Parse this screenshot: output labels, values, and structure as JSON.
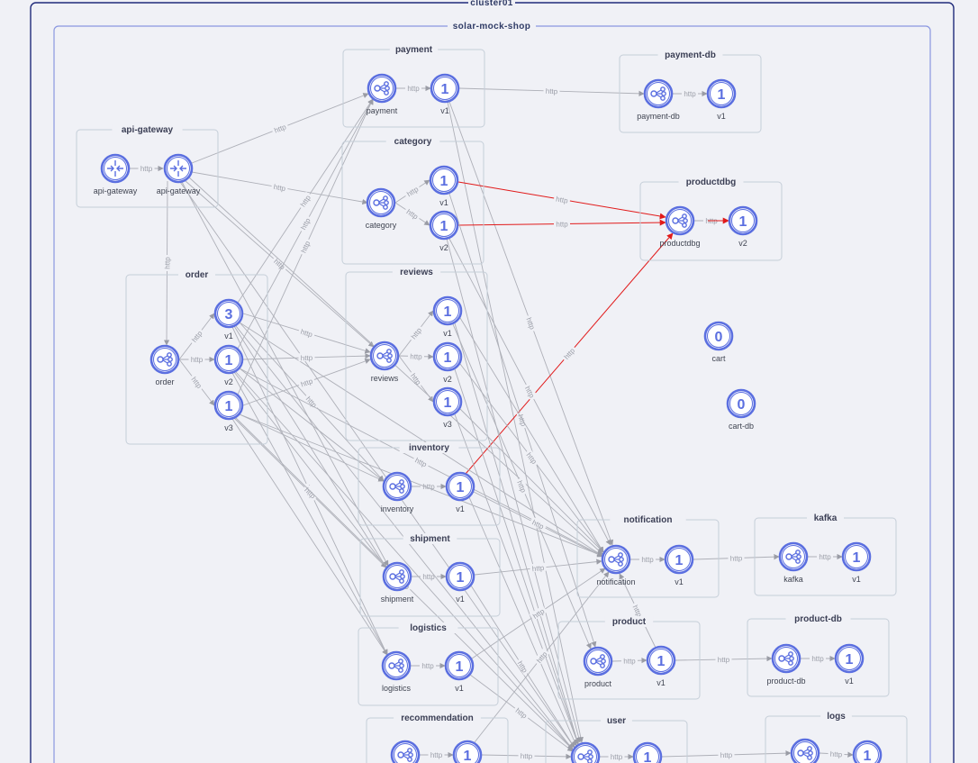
{
  "cluster": {
    "title": "cluster01"
  },
  "namespace": {
    "title": "solar-mock-shop"
  },
  "colors": {
    "accent": "#5b6fe0",
    "edge": "#aeb0b8",
    "error": "#e11a1a",
    "box": "#c5ced8",
    "frame": "#1f2a7a"
  },
  "edge_label": "http",
  "groups": [
    {
      "id": "payment",
      "title": "payment",
      "svc": "payment",
      "versions": [
        {
          "label": "v1",
          "count": "1"
        }
      ]
    },
    {
      "id": "payment-db",
      "title": "payment-db",
      "svc": "payment-db",
      "versions": [
        {
          "label": "v1",
          "count": "1"
        }
      ]
    },
    {
      "id": "api-gateway",
      "title": "api-gateway",
      "svc": "api-gateway",
      "svc2": "api-gateway"
    },
    {
      "id": "category",
      "title": "category",
      "svc": "category",
      "versions": [
        {
          "label": "v1",
          "count": "1"
        },
        {
          "label": "v2",
          "count": "1"
        }
      ]
    },
    {
      "id": "productdbg",
      "title": "productdbg",
      "svc": "productdbg",
      "versions": [
        {
          "label": "v2",
          "count": "1"
        }
      ]
    },
    {
      "id": "order",
      "title": "order",
      "svc": "order",
      "versions": [
        {
          "label": "v1",
          "count": "3"
        },
        {
          "label": "v2",
          "count": "1"
        },
        {
          "label": "v3",
          "count": "1"
        }
      ]
    },
    {
      "id": "reviews",
      "title": "reviews",
      "svc": "reviews",
      "versions": [
        {
          "label": "v1",
          "count": "1"
        },
        {
          "label": "v2",
          "count": "1"
        },
        {
          "label": "v3",
          "count": "1"
        }
      ]
    },
    {
      "id": "inventory",
      "title": "inventory",
      "svc": "inventory",
      "versions": [
        {
          "label": "v1",
          "count": "1"
        }
      ]
    },
    {
      "id": "shipment",
      "title": "shipment",
      "svc": "shipment",
      "versions": [
        {
          "label": "v1",
          "count": "1"
        }
      ]
    },
    {
      "id": "notification",
      "title": "notification",
      "svc": "notification",
      "versions": [
        {
          "label": "v1",
          "count": "1"
        }
      ]
    },
    {
      "id": "kafka",
      "title": "kafka",
      "svc": "kafka",
      "versions": [
        {
          "label": "v1",
          "count": "1"
        }
      ]
    },
    {
      "id": "logistics",
      "title": "logistics",
      "svc": "logistics",
      "versions": [
        {
          "label": "v1",
          "count": "1"
        }
      ]
    },
    {
      "id": "product",
      "title": "product",
      "svc": "product",
      "versions": [
        {
          "label": "v1",
          "count": "1"
        }
      ]
    },
    {
      "id": "product-db",
      "title": "product-db",
      "svc": "product-db",
      "versions": [
        {
          "label": "v1",
          "count": "1"
        }
      ]
    },
    {
      "id": "recommendation",
      "title": "recommendation",
      "versions": [
        {
          "label": "",
          "count": "1"
        }
      ]
    },
    {
      "id": "user",
      "title": "user",
      "versions": [
        {
          "label": "",
          "count": "1"
        }
      ]
    },
    {
      "id": "logs",
      "title": "logs",
      "versions": [
        {
          "label": "",
          "count": "1"
        }
      ]
    }
  ],
  "standalone": [
    {
      "id": "cart",
      "label": "cart",
      "count": "0"
    },
    {
      "id": "cart-db",
      "label": "cart-db",
      "count": "0"
    }
  ]
}
